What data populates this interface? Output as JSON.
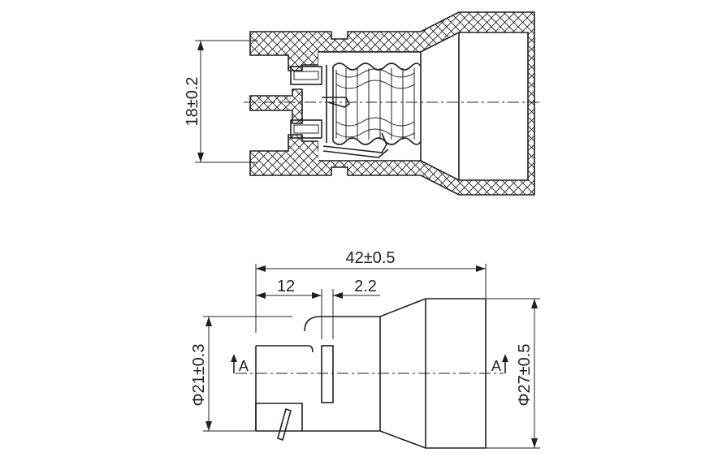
{
  "dimensions": {
    "height_top": "18±0.2",
    "overall_length": "42±0.5",
    "length_12": "12",
    "width_2_2": "2.2",
    "dia_left": "Φ21±0.3",
    "dia_right": "Φ27±0.5"
  },
  "section_marks": {
    "left": "A",
    "right": "A"
  }
}
